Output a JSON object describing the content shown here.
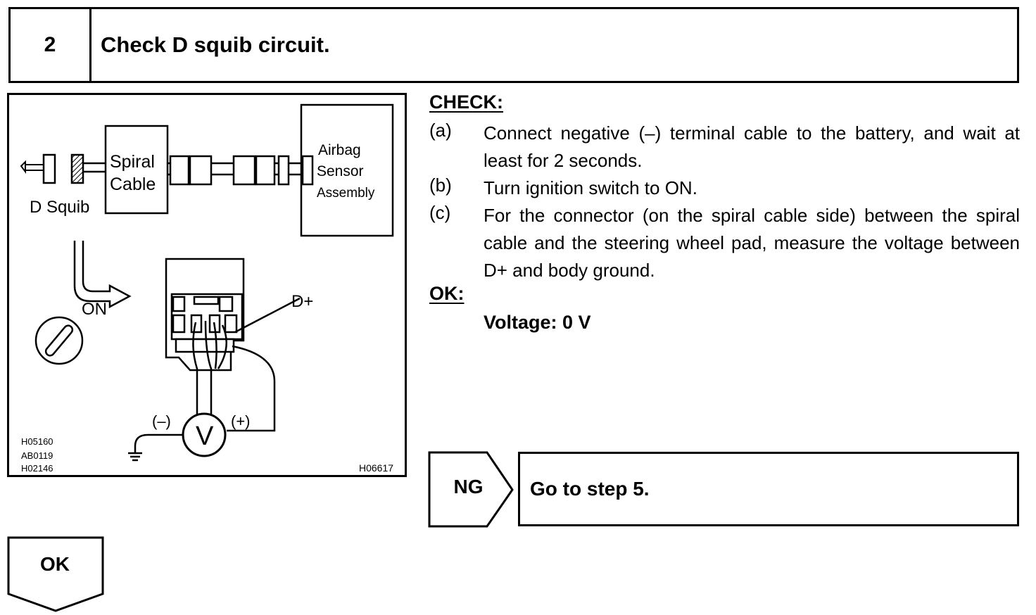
{
  "step": {
    "number": "2",
    "title": "Check D squib circuit."
  },
  "figure": {
    "labels": {
      "d_squib": "D Squib",
      "spiral_line1": "Spiral",
      "spiral_line2": "Cable",
      "airbag_line1": "Airbag",
      "airbag_line2": "Sensor",
      "airbag_line3": "Assembly",
      "on": "ON",
      "d_plus": "D+",
      "minus": "(–)",
      "plus": "(+)",
      "volt": "V",
      "code1": "H05160",
      "code2": "AB0119",
      "code3": "H02146",
      "code4": "H06617"
    }
  },
  "check": {
    "heading": "CHECK:",
    "steps": [
      {
        "marker": "(a)",
        "text": "Connect negative (–) terminal cable to the battery, and wait at least for 2 seconds."
      },
      {
        "marker": "(b)",
        "text": "Turn ignition switch to ON."
      },
      {
        "marker": "(c)",
        "text": "For the connector (on the spiral cable side) between the spiral cable and the steering wheel pad, measure the voltage between D+ and body ground."
      }
    ]
  },
  "ok": {
    "heading": "OK:",
    "result": "Voltage: 0 V"
  },
  "ng": {
    "label": "NG",
    "action": "Go to step 5."
  },
  "ok_arrow": {
    "label": "OK"
  }
}
